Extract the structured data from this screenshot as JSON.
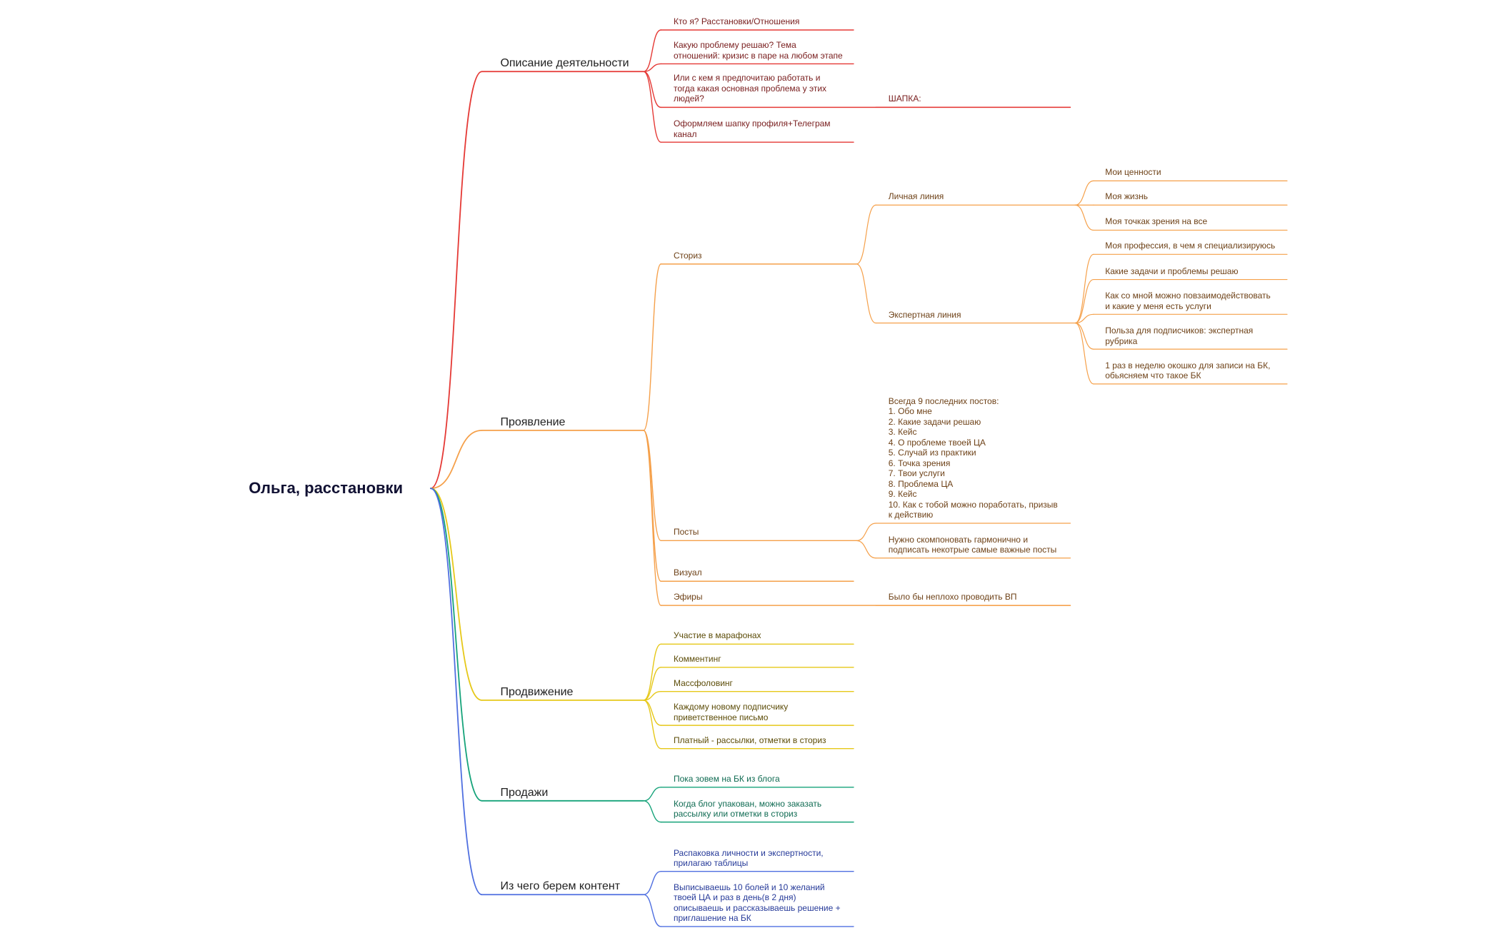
{
  "root": {
    "label": "Ольга, расстановки"
  },
  "colors": {
    "red": "#e53935",
    "orange": "#f5a04a",
    "yellow": "#e6c819",
    "green": "#16a37a",
    "blue": "#4f6fe0",
    "text_red": "#7a2020",
    "text_orange": "#6e4218",
    "text_yellow": "#5c4c08",
    "text_green": "#0f6b52",
    "text_blue": "#263a99"
  },
  "branches": [
    {
      "id": "opisanie",
      "label": "Описание деятельности",
      "color": "red",
      "children": [
        {
          "id": "kto",
          "label": "Кто я? Расстановки/Отношения"
        },
        {
          "id": "problema",
          "label": "Какую проблему решаю? Тема\nотношений: кризис в паре на любом этапе"
        },
        {
          "id": "ili",
          "label": "Или с кем я предпочитаю работать и\nтогда какая основная проблема у этих\nлюдей?",
          "children": [
            {
              "id": "shapka",
              "label": "ШАПКА:"
            }
          ]
        },
        {
          "id": "oformlyaem",
          "label": "Оформляем шапку профиля+Телеграм\nканал"
        }
      ]
    },
    {
      "id": "proyavlenie",
      "label": "Проявление",
      "color": "orange",
      "children": [
        {
          "id": "storiz",
          "label": "Сториз",
          "children": [
            {
              "id": "lichnaya",
              "label": "Личная линия",
              "children": [
                {
                  "id": "cennosti",
                  "label": "Мои ценности"
                },
                {
                  "id": "zhizn",
                  "label": "Моя жизнь"
                },
                {
                  "id": "tochka",
                  "label": "Моя точкак зрения на все"
                }
              ]
            },
            {
              "id": "ekspertnaya",
              "label": "Экспертная линия",
              "children": [
                {
                  "id": "professiya",
                  "label": "Моя профессия, в чем я специализируюсь"
                },
                {
                  "id": "zadachi",
                  "label": "Какие задачи и проблемы решаю"
                },
                {
                  "id": "vzaimod",
                  "label": "Как со мной можно повзаимодействовать\nи какие у меня есть услуги"
                },
                {
                  "id": "polza",
                  "label": "Польза для подписчиков: экспертная\nрубрика"
                },
                {
                  "id": "okoshko",
                  "label": "1 раз в неделю окошко для записи на БК,\nобьясняем что такое БК"
                }
              ]
            }
          ]
        },
        {
          "id": "posty",
          "label": "Посты",
          "children": [
            {
              "id": "vsegda9",
              "label": "Всегда 9 последних постов:\n1. Обо мне\n2. Какие задачи решаю\n3. Кейс\n4. О проблеме твоей ЦА\n5. Случай из практики\n6. Точка зрения\n7. Твои услуги\n8. Проблема ЦА\n9. Кейс\n10. Как с тобой можно поработать, призыв\nк действию"
            },
            {
              "id": "skomponovat",
              "label": "Нужно скомпоновать гармонично и\nподписать некотрые самые важные посты"
            }
          ]
        },
        {
          "id": "vizual",
          "label": "Визуал"
        },
        {
          "id": "efiry",
          "label": "Эфиры",
          "children": [
            {
              "id": "vp",
              "label": "Было бы неплохо проводить ВП"
            }
          ]
        }
      ]
    },
    {
      "id": "prodvizhenie",
      "label": "Продвижение",
      "color": "yellow",
      "children": [
        {
          "id": "marafony",
          "label": "Участие в марафонах"
        },
        {
          "id": "kommenting",
          "label": "Комментинг"
        },
        {
          "id": "massfol",
          "label": "Массфоловинг"
        },
        {
          "id": "pismo",
          "label": "Каждому новому подписчику\nприветственное письмо"
        },
        {
          "id": "platnyi",
          "label": "Платный - рассылки, отметки в сториз"
        }
      ]
    },
    {
      "id": "prodazhi",
      "label": "Продажи",
      "color": "green",
      "children": [
        {
          "id": "zovem",
          "label": "Пока зовем на БК из блога"
        },
        {
          "id": "upakovan",
          "label": "Когда блог упакован, можно заказать\nрассылку или отметки в сториз"
        }
      ]
    },
    {
      "id": "kontent",
      "label": "Из чего берем контент",
      "color": "blue",
      "children": [
        {
          "id": "raspakovka",
          "label": "Распаковка личности и экспертности,\nприлагаю таблицы"
        },
        {
          "id": "vypisyvaesh",
          "label": "Выписываешь 10 болей и 10 желаний\nтвоей ЦА и раз в день(в 2 дня)\nописываешь и рассказываешь решение +\nприглашение на БК"
        }
      ]
    }
  ]
}
